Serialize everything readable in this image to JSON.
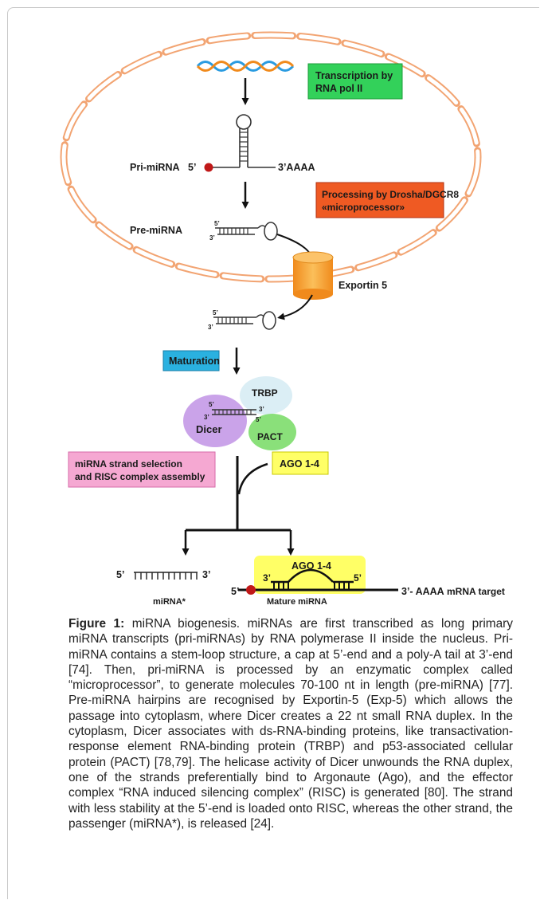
{
  "figure": {
    "labels": {
      "transcription": [
        "Transcription by",
        "RNA pol II"
      ],
      "processing": [
        "Processing by Drosha/DGCR8",
        "«microprocessor»"
      ],
      "pri_mirna": "Pri-miRNA",
      "pre_mirna": "Pre-miRNA",
      "exportin": "Exportin 5",
      "maturation": "Maturation",
      "trbp": "TRBP",
      "dicer": "Dicer",
      "pact": "PACT",
      "strand_selection": [
        "miRNA strand selection",
        "and RISC complex assembly"
      ],
      "ago_top": "AGO 1-4",
      "ago_bottom": "AGO 1-4",
      "five_prime": "5’",
      "three_prime": "3’",
      "three_prime_aaaa": "3’AAAA",
      "three_prime_dash_aaaa": "3’- AAAA",
      "mrna_target": "mRNA target",
      "mirna_star": "miRNA*",
      "mature_mirna": "Mature miRNA"
    },
    "colors": {
      "transcription_box": "#33d15a",
      "processing_box": "#ef5a23",
      "maturation_box": "#2ab1e0",
      "strand_box": "#f5a8d2",
      "ago_box": "#ffff66",
      "nucleus_outline": "#f2a472",
      "exportin": "#f7a836",
      "dicer": "#c79ee8",
      "trbp": "#dbeef5",
      "pact": "#8ae07a",
      "cap": "#c01818"
    }
  },
  "caption": {
    "label": "Figure 1:",
    "text": " miRNA biogenesis. miRNAs are first transcribed as long primary miRNA transcripts (pri-miRNAs) by RNA polymerase II inside the nucleus. Pri-miRNA contains a stem-loop structure, a cap at 5’-end and a poly-A tail at 3’-end [74]. Then, pri-miRNA is processed by an enzymatic complex called “microprocessor”, to generate molecules 70-100 nt in length (pre-miRNA) [77]. Pre-miRNA hairpins are recognised by Exportin-5 (Exp-5) which allows the passage into cytoplasm, where Dicer creates a 22 nt small RNA duplex. In the cytoplasm, Dicer associates with ds-RNA-binding proteins, like transactivation-response element RNA-binding protein (TRBP) and p53-associated cellular protein (PACT) [78,79]. The helicase activity of Dicer unwounds the RNA duplex, one of the strands preferentially bind to Argonaute (Ago), and the effector complex “RNA induced silencing complex” (RISC) is generated [80]. The strand with less stability at the 5’-end is loaded onto RISC, whereas the other strand, the passenger (miRNA*), is released [24]."
  }
}
